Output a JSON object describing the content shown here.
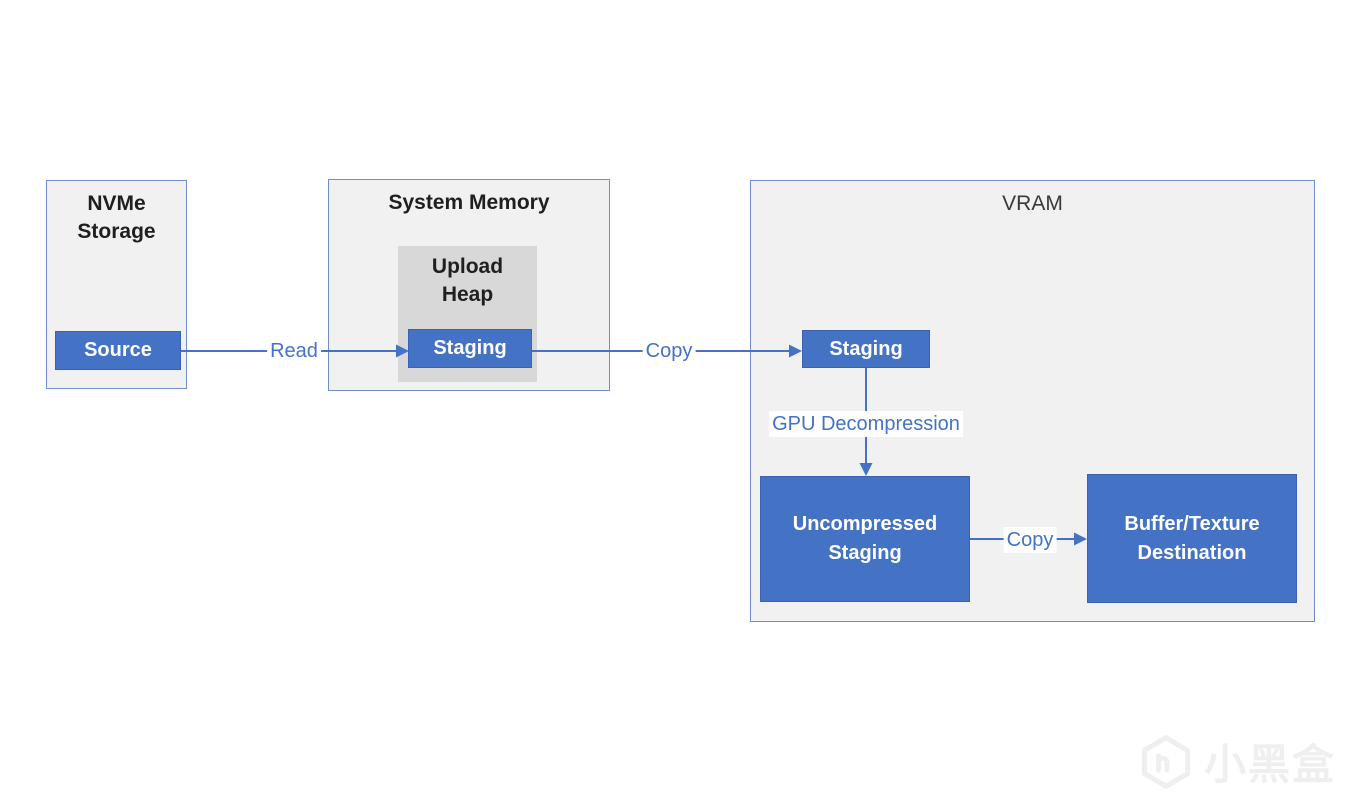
{
  "diagram": {
    "containers": {
      "nvme": {
        "title": "NVMe\nStorage"
      },
      "system_memory": {
        "title": "System Memory"
      },
      "upload_heap": {
        "title": "Upload\nHeap"
      },
      "vram": {
        "title": "VRAM"
      }
    },
    "nodes": {
      "source": {
        "label": "Source"
      },
      "staging_system_memory": {
        "label": "Staging"
      },
      "staging_vram": {
        "label": "Staging"
      },
      "uncompressed_staging": {
        "label": "Uncompressed\nStaging"
      },
      "buffer_texture_destination": {
        "label": "Buffer/Texture\nDestination"
      }
    },
    "edges": {
      "read": {
        "label": "Read"
      },
      "copy_to_vram": {
        "label": "Copy"
      },
      "gpu_decompression": {
        "label": "GPU Decompression"
      },
      "copy_to_destination": {
        "label": "Copy"
      }
    }
  },
  "watermark": {
    "text": "小黑盒",
    "logo": "heybox-logo"
  },
  "colors": {
    "node_fill": "#4472C4",
    "node_text": "#FFFFFF",
    "container_fill": "#F1F1F2",
    "container_border": "#6E8FCB",
    "heap_fill": "#D8D8D8",
    "arrow": "#4472C4",
    "edge_label_text": "#4472C4",
    "title_text": "#1F1F1F",
    "watermark_gray": "#EFEFEF"
  }
}
